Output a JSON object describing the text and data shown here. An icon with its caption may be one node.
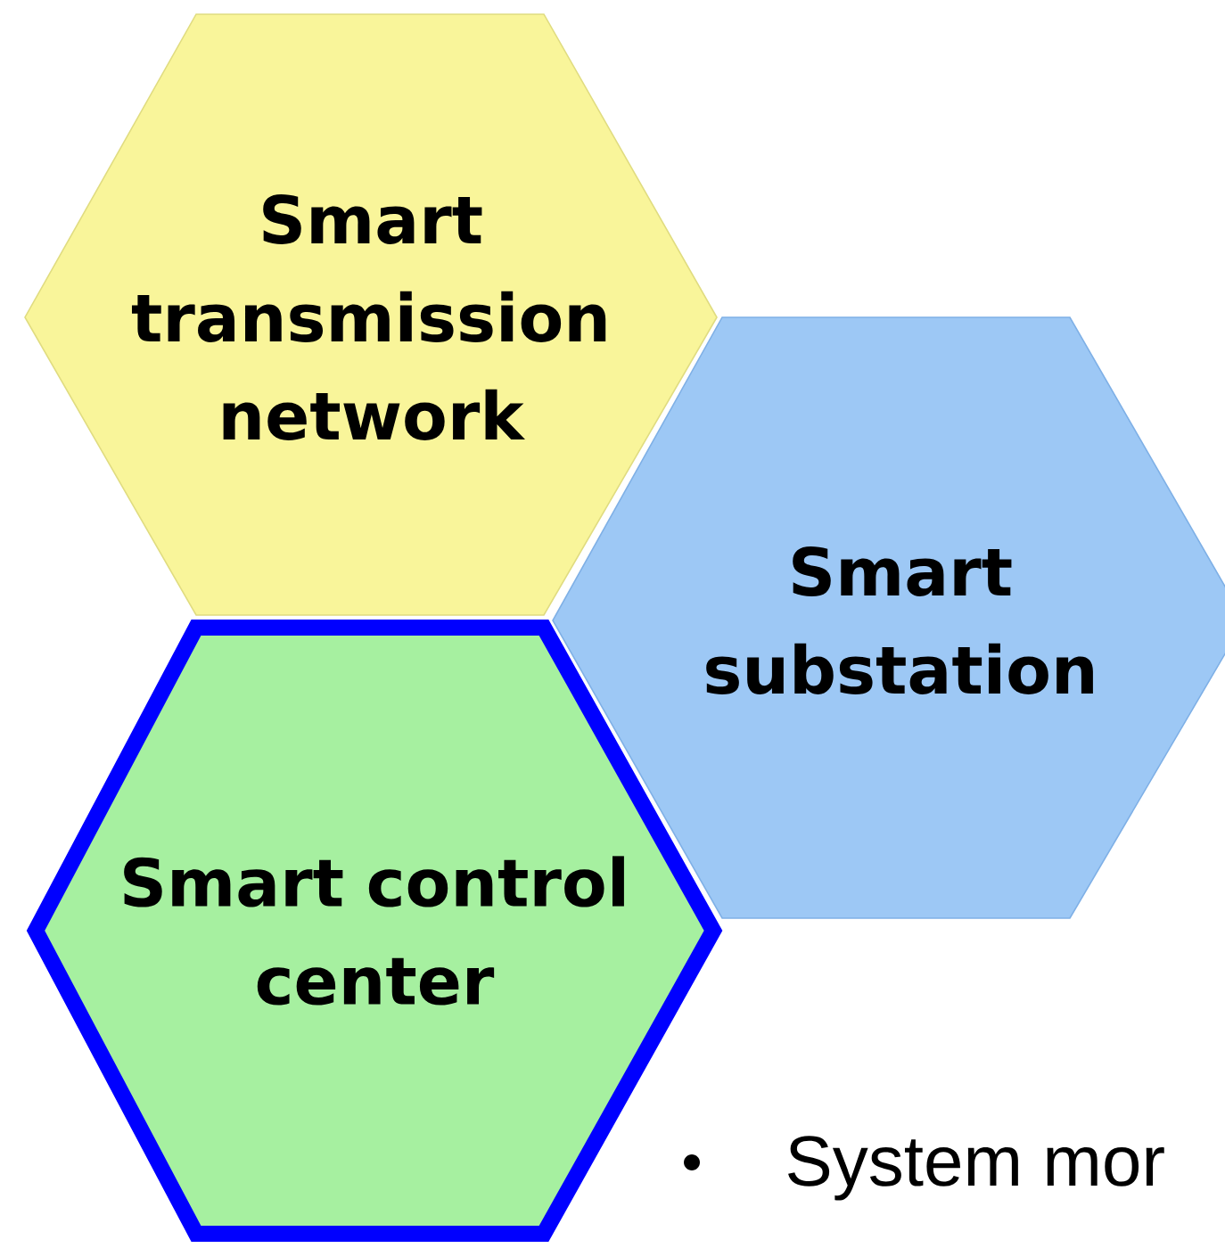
{
  "diagram": {
    "nodes": [
      {
        "text": [
          "Smart transmission network"
        ]
      },
      {
        "text": [
          "Smart substation"
        ]
      },
      {
        "text": [
          "Smart control center"
        ]
      }
    ],
    "labels": [
      "System mor"
    ]
  }
}
